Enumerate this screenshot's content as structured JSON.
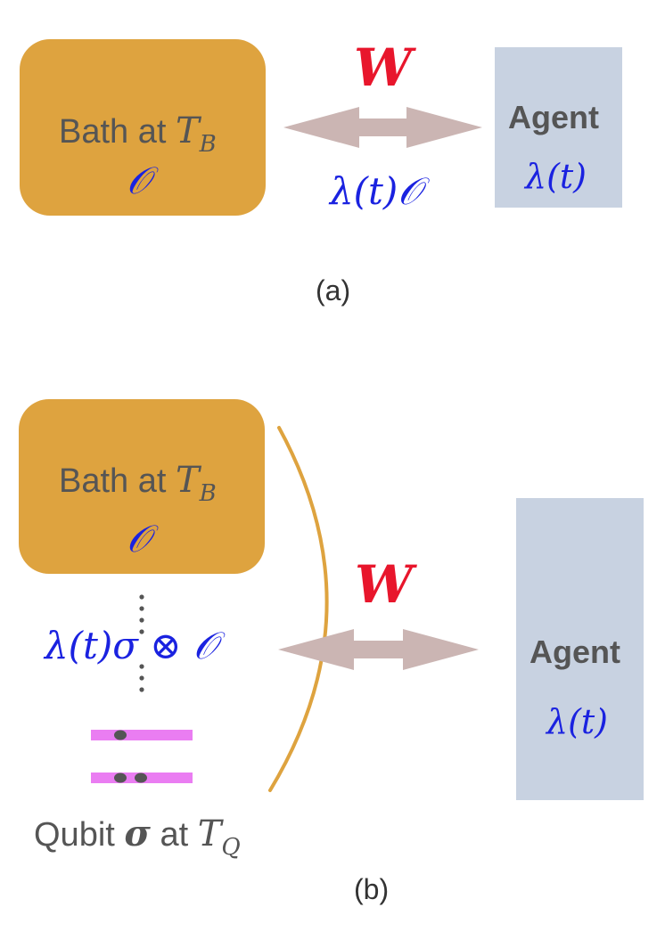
{
  "panel_a": {
    "bath_label_prefix": "Bath at ",
    "bath_symbol": "T",
    "bath_subscript": "B",
    "bath_operator": "𝒪",
    "work_label": "W",
    "coupling_label": "λ(t)𝒪",
    "agent_title": "Agent",
    "agent_param": "λ(t)",
    "caption": "(a)"
  },
  "panel_b": {
    "bath_label_prefix": "Bath at ",
    "bath_symbol": "T",
    "bath_subscript": "B",
    "bath_operator": "𝒪",
    "coupling_label": "λ(t)σ ⊗ 𝒪",
    "work_label": "W",
    "agent_title": "Agent",
    "agent_param": "λ(t)",
    "qubit_label_prefix": "Qubit ",
    "qubit_symbol": "σ",
    "qubit_label_mid": " at ",
    "qubit_temp_symbol": "T",
    "qubit_temp_subscript": "Q",
    "caption": "(b)"
  },
  "colors": {
    "bath": "#dea33f",
    "agent": "#c8d2e1",
    "arrow": "#cbb5b3",
    "work": "#e8162c",
    "operator_blue": "#1a22e0",
    "qubit_level": "#ea7df2",
    "boundary_arc": "#dea33f"
  }
}
